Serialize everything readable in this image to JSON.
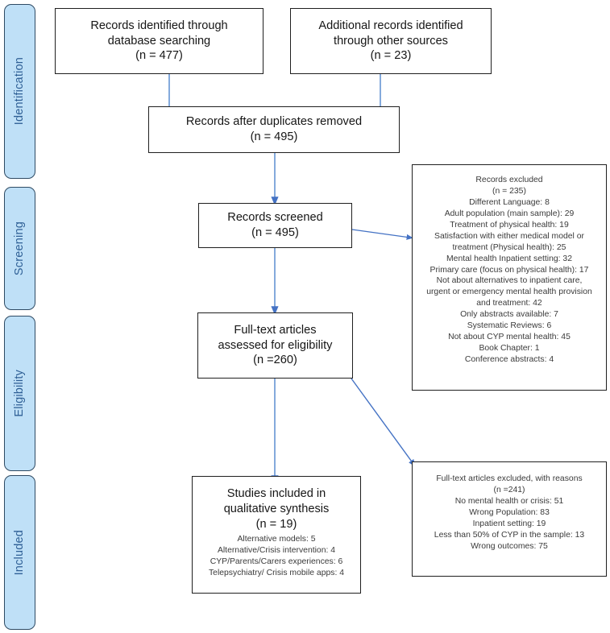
{
  "diagram": {
    "title": "PRISMA flow diagram",
    "accent_color": "#4472c4",
    "stage_fill": "#bfe0f7",
    "stage_text_color": "#2f6096",
    "box_border_color": "#1f1f1f"
  },
  "stages": [
    {
      "label": "Identification"
    },
    {
      "label": "Screening"
    },
    {
      "label": "Eligibility"
    },
    {
      "label": "Included"
    }
  ],
  "boxes": {
    "identified_database": {
      "lines": [
        "Records identified through",
        "database searching",
        "(n = 477)"
      ]
    },
    "identified_other": {
      "lines": [
        "Additional records identified",
        "through other sources",
        "(n = 23)"
      ]
    },
    "after_duplicates": {
      "lines": [
        "Records after duplicates removed",
        "(n = 495)"
      ]
    },
    "screened": {
      "lines": [
        "Records screened",
        "(n = 495)"
      ]
    },
    "records_excluded": {
      "heading": "Records excluded",
      "count": "(n = 235)",
      "reasons": [
        "Different Language: 8",
        "Adult population (main sample): 29",
        "Treatment of physical health: 19",
        "Satisfaction with either medical model or",
        "treatment (Physical health): 25",
        "Mental health Inpatient setting: 32",
        "Primary care (focus on physical health): 17",
        "Not about alternatives to inpatient care,",
        "urgent or emergency mental health provision",
        "and treatment: 42",
        "Only abstracts available: 7",
        "Systematic Reviews: 6",
        "Not about CYP mental health: 45",
        "Book Chapter: 1",
        "Conference abstracts: 4"
      ]
    },
    "fulltext_assessed": {
      "lines": [
        "Full-text articles",
        "assessed for eligibility",
        "(n =260)"
      ]
    },
    "fulltext_excluded": {
      "heading": "Full-text articles excluded, with reasons",
      "count": "(n =241)",
      "reasons": [
        "No mental health or crisis: 51",
        "Wrong Population: 83",
        "Inpatient setting: 19",
        "Less than 50% of CYP in the sample: 13",
        "Wrong outcomes: 75"
      ]
    },
    "included_studies": {
      "lines": [
        "Studies included in",
        "qualitative synthesis",
        "(n = 19)"
      ],
      "details": [
        "Alternative models: 5",
        "Alternative/Crisis intervention: 4",
        "CYP/Parents/Carers experiences: 6",
        "Telepsychiatry/ Crisis mobile apps: 4"
      ]
    }
  },
  "connectors": [
    {
      "name": "identified-database-to-after-duplicates",
      "kind": "arrow-down"
    },
    {
      "name": "identified-other-to-after-duplicates",
      "kind": "arrow-down"
    },
    {
      "name": "after-duplicates-to-screened",
      "kind": "arrow-down"
    },
    {
      "name": "screened-to-records-excluded",
      "kind": "arrow-right"
    },
    {
      "name": "screened-to-fulltext-assessed",
      "kind": "arrow-down"
    },
    {
      "name": "fulltext-assessed-to-fulltext-excluded",
      "kind": "arrow-diagonal"
    },
    {
      "name": "fulltext-assessed-to-included-studies",
      "kind": "arrow-down"
    }
  ]
}
